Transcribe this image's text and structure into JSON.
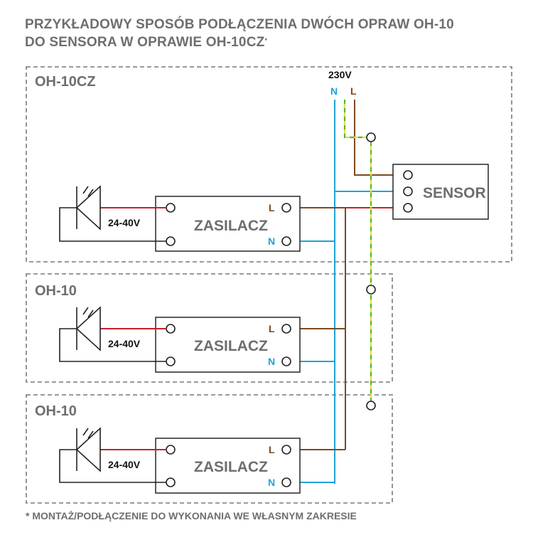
{
  "title": {
    "line1": "PRZYKŁADOWY SPOSÓB PODŁĄCZENIA DWÓCH OPRAW OH-10",
    "line2": "DO SENSORA W OPRAWIE OH-10CZ",
    "mark": "*"
  },
  "footnote": "* MONTAŻ/PODŁĄCZENIE DO WYKONANIA WE WŁASNYM ZAKRESIE",
  "supply": {
    "voltage": "230V",
    "n_label": "N",
    "l_label": "L"
  },
  "sensor": {
    "label": "SENSOR"
  },
  "fixtures": [
    {
      "name": "OH-10CZ",
      "psu_label": "ZASILACZ",
      "voltage": "24-40V",
      "l_label": "L",
      "n_label": "N"
    },
    {
      "name": "OH-10",
      "psu_label": "ZASILACZ",
      "voltage": "24-40V",
      "l_label": "L",
      "n_label": "N"
    },
    {
      "name": "OH-10",
      "psu_label": "ZASILACZ",
      "voltage": "24-40V",
      "l_label": "L",
      "n_label": "N"
    }
  ],
  "colors": {
    "neutral": "#1fa3d9",
    "live": "#7b4a22",
    "led": "#c8202a",
    "earth_yellow": "#e2e233",
    "earth_green": "#52b848",
    "text_gray": "#6d6e71"
  }
}
